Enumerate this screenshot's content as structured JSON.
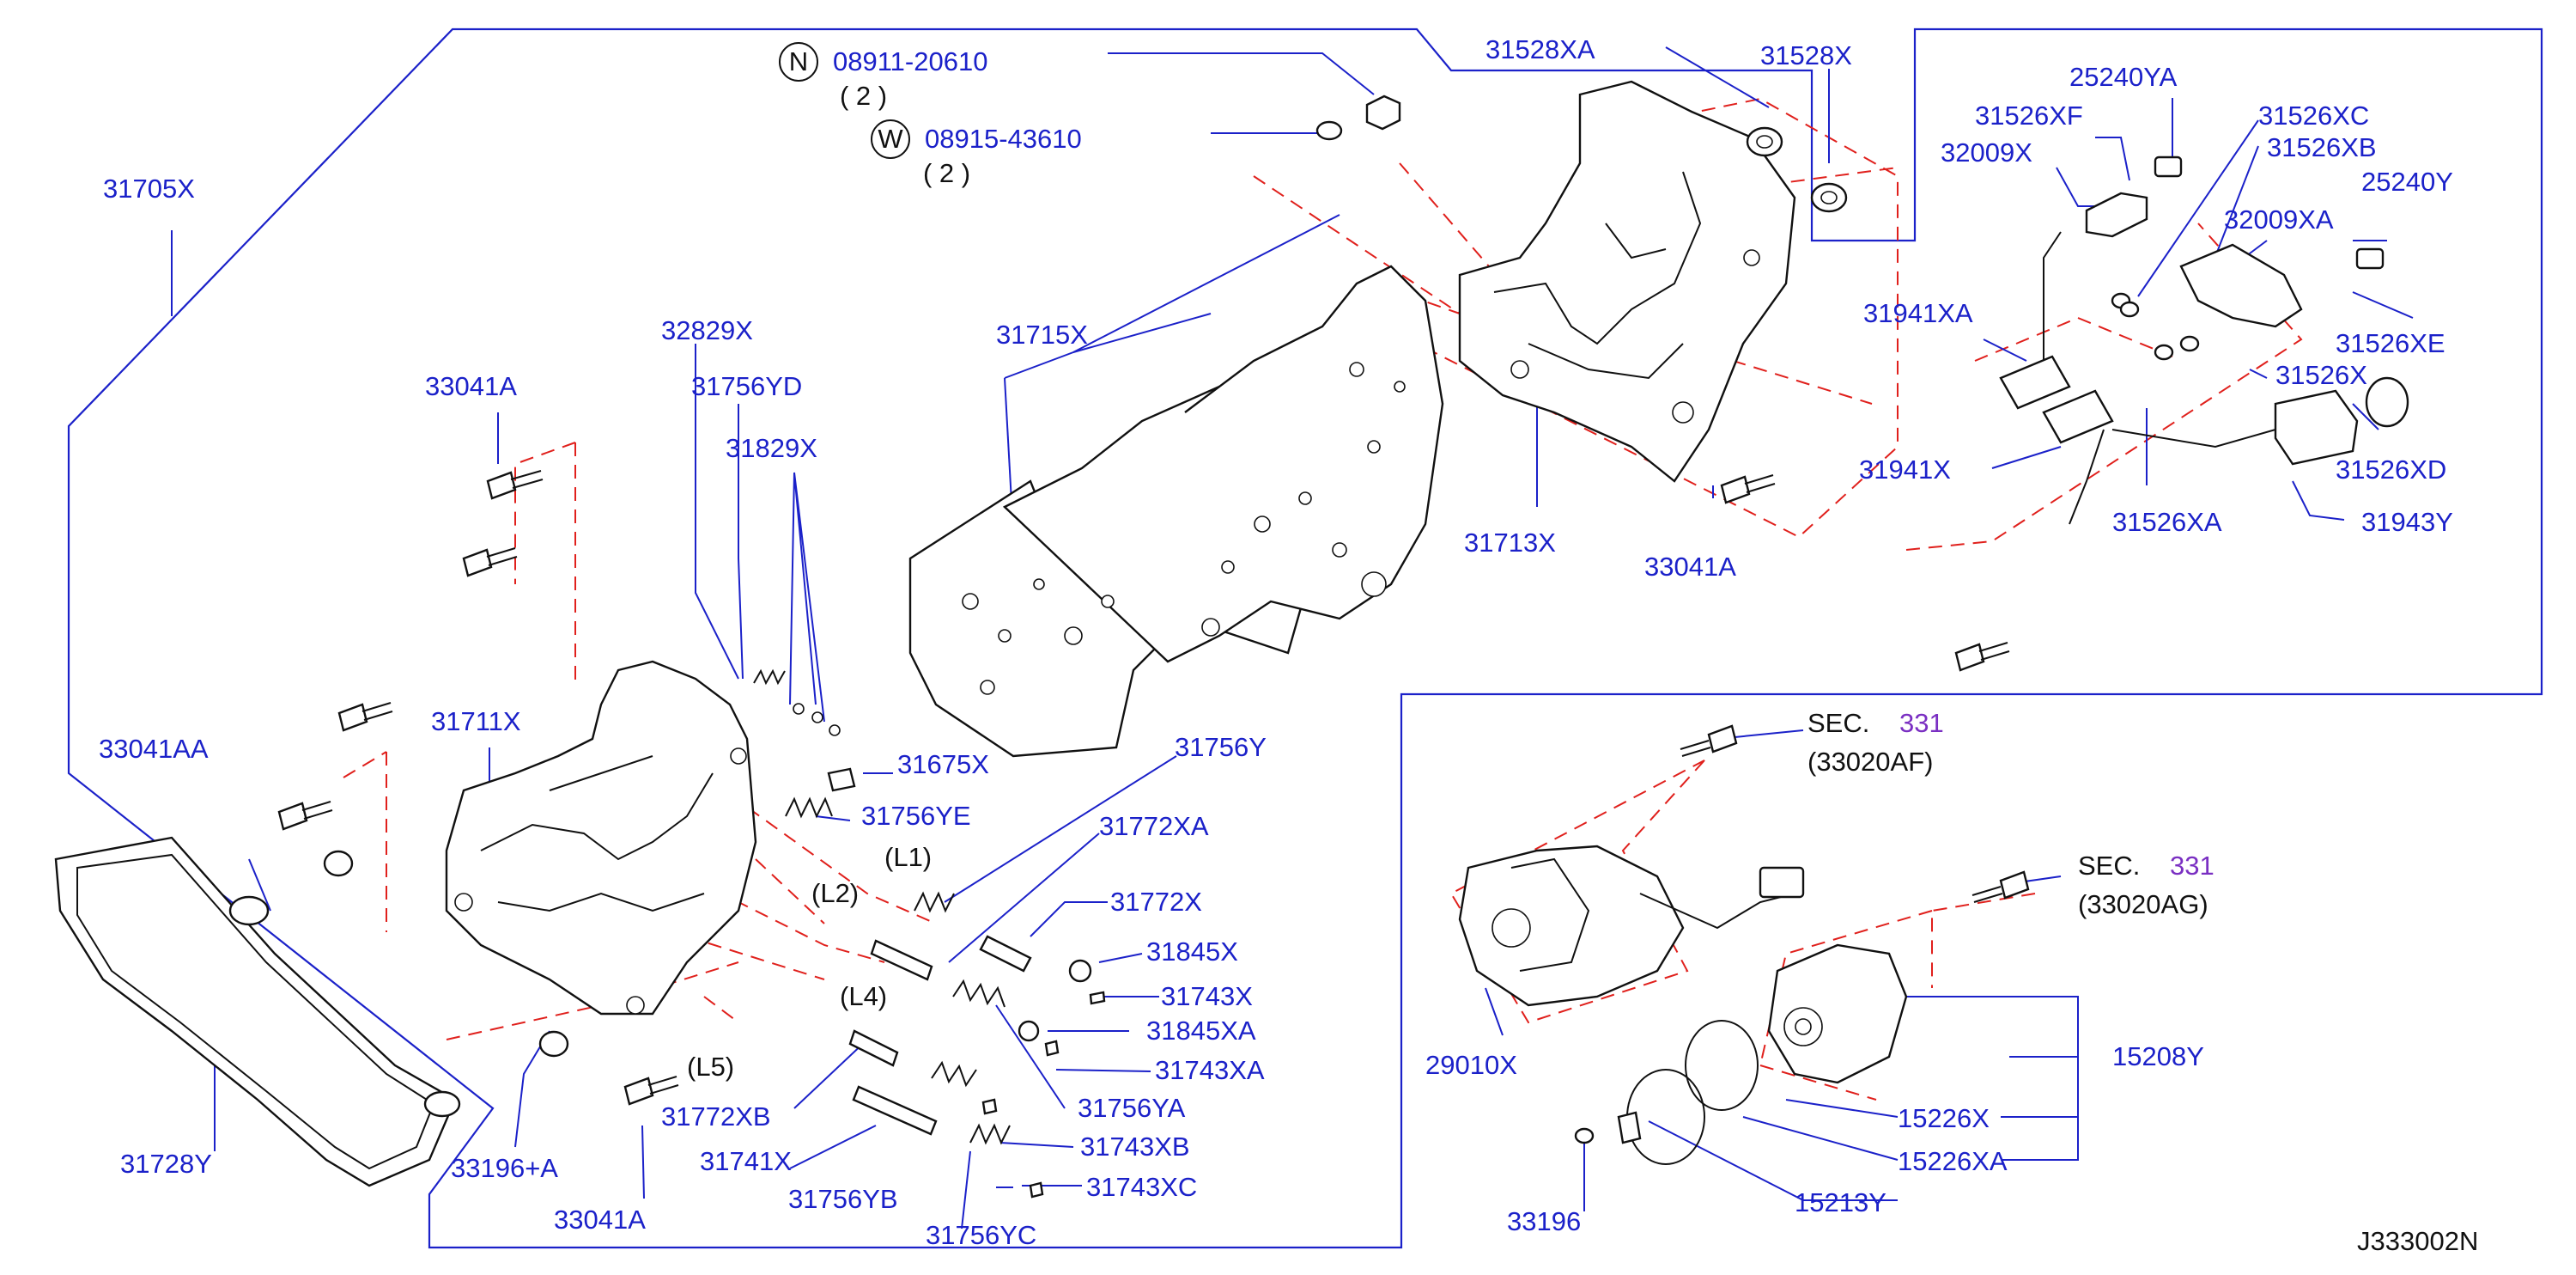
{
  "diagram_id": "J333002N",
  "note_text": "( 2 )",
  "sec_prefix": "SEC.",
  "labels": {
    "p31705X": "31705X",
    "p08911_20610": "08911-20610",
    "p08915_43610": "08915-43610",
    "badge_n": "N",
    "badge_w": "W",
    "p31528XA": "31528XA",
    "p31528X": "31528X",
    "p25240YA": "25240YA",
    "p31526XF": "31526XF",
    "p31526XC": "31526XC",
    "p32009X": "32009X",
    "p31526XB": "31526XB",
    "p25240Y": "25240Y",
    "p32009XA": "32009XA",
    "p31941XA": "31941XA",
    "p31526XE": "31526XE",
    "p31526X": "31526X",
    "p31941X": "31941X",
    "p31526XD": "31526XD",
    "p31526XA": "31526XA",
    "p31943Y": "31943Y",
    "p31715X": "31715X",
    "p31713X": "31713X",
    "p33041A_top": "33041A",
    "p33041A_mid": "33041A",
    "p33041A_bot": "33041A",
    "p32829X": "32829X",
    "p31756YD": "31756YD",
    "p31829X": "31829X",
    "p31711X": "31711X",
    "p33041AA": "33041AA",
    "p31675X": "31675X",
    "p31756Y": "31756Y",
    "p31756YE": "31756YE",
    "p31772XA": "31772XA",
    "p31772X": "31772X",
    "p31845X": "31845X",
    "p31743X": "31743X",
    "p31845XA": "31845XA",
    "p31743XA": "31743XA",
    "p31756YA": "31756YA",
    "p31743XB": "31743XB",
    "p31772XB": "31772XB",
    "p31741X": "31741X",
    "p31756YB": "31756YB",
    "p31743XC": "31743XC",
    "p31756YC": "31756YC",
    "p31728Y": "31728Y",
    "p33196A": "33196+A",
    "p29010X": "29010X",
    "p15226X": "15226X",
    "p15226XA": "15226XA",
    "p15213Y": "15213Y",
    "p15208Y": "15208Y",
    "p33196": "33196",
    "sec1_num": "331",
    "sec1_ref": "(33020AF)",
    "sec2_num": "331",
    "sec2_ref": "(33020AG)"
  },
  "locators": {
    "L1": "(L1)",
    "L2": "(L2)",
    "L4": "(L4)",
    "L5": "(L5)"
  },
  "colors": {
    "label_blue": "#1b21c9",
    "dash_red": "#e0201c",
    "sec_purple": "#7a2fc2",
    "line_black": "#111111"
  }
}
